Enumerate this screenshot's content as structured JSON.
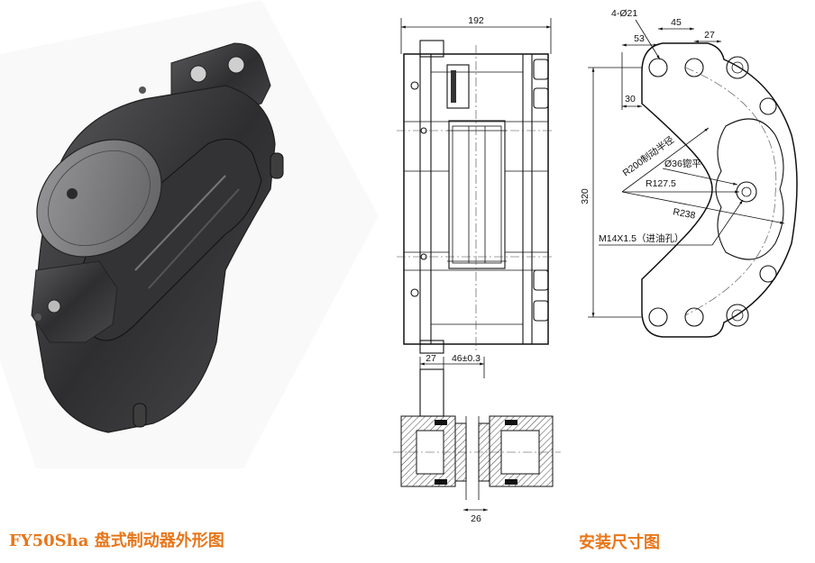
{
  "captions": {
    "left": "FY50Sha 盘式制动器外形图",
    "right": "安装尺寸图"
  },
  "dimensions": {
    "overall_width": "192",
    "top_dim": "27",
    "pad_thickness": "46±0.3",
    "bottom_gap": "26",
    "height": "320",
    "holes": "4-Ø21",
    "pitch_53": "53",
    "pitch_45": "45",
    "edge_27": "27",
    "offset_30": "30",
    "brake_radius": "R200制动半径",
    "spot_face": "Ø36锪平",
    "r127": "R127.5",
    "r238": "R238",
    "inlet": "M14X1.5（进油孔）"
  },
  "colors": {
    "caption": "#e8761a",
    "render_body": "#3c3c3e",
    "render_highlight": "#8a8a8c"
  }
}
